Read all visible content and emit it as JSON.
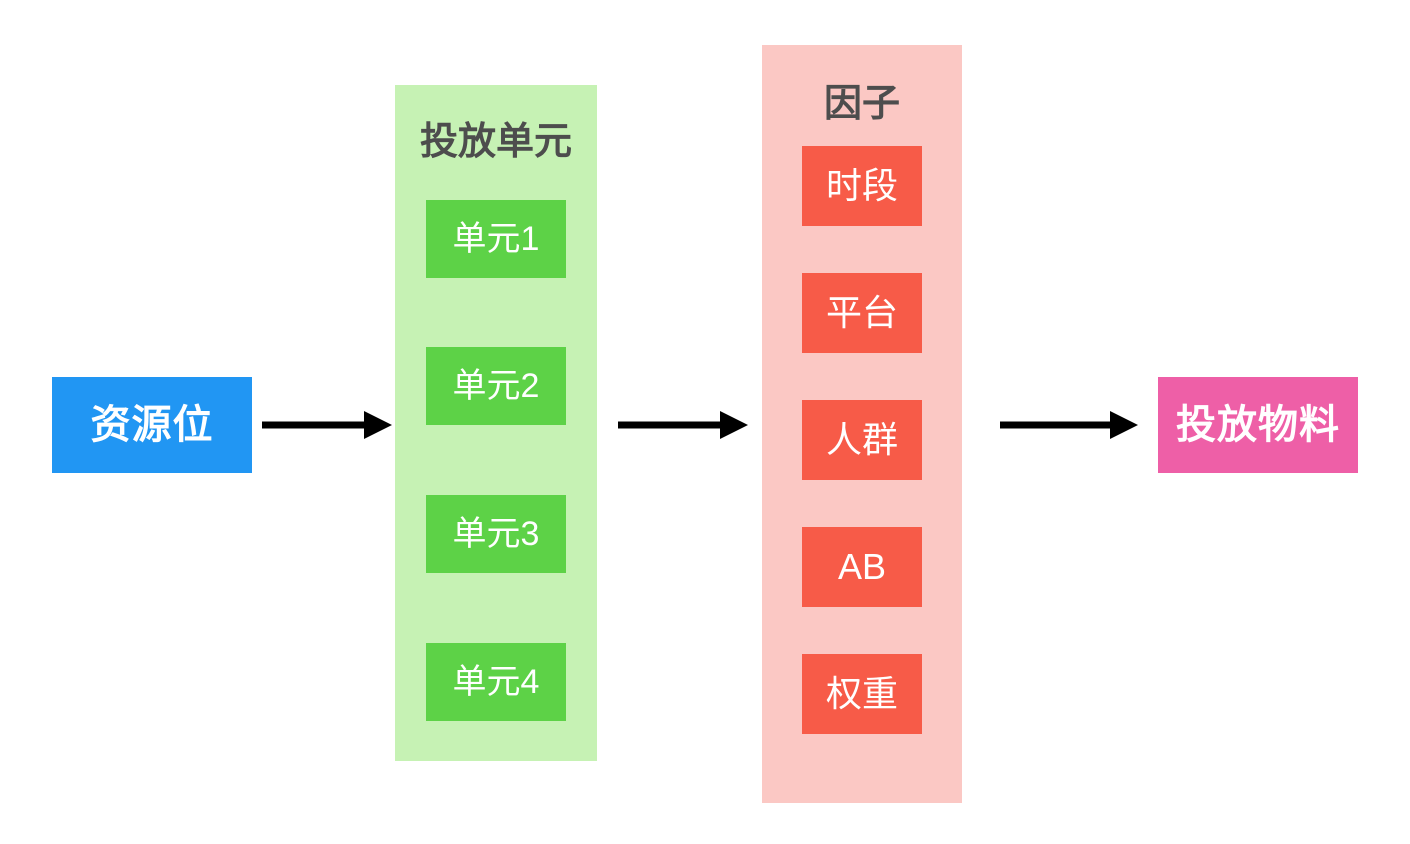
{
  "diagram": {
    "title_text": "",
    "background_color": "#ffffff",
    "source": {
      "label": "资源位",
      "color": "#2196f3"
    },
    "unit_group": {
      "title": "投放单元",
      "container_color": "#c6f2b4",
      "chip_color": "#5dd247",
      "items": [
        {
          "label": "单元1"
        },
        {
          "label": "单元2"
        },
        {
          "label": "单元3"
        },
        {
          "label": "单元4"
        }
      ]
    },
    "factor_group": {
      "title": "因子",
      "container_color": "#fbc8c4",
      "chip_color": "#f75b48",
      "items": [
        {
          "label": "时段"
        },
        {
          "label": "平台"
        },
        {
          "label": "人群"
        },
        {
          "label": "AB"
        },
        {
          "label": "权重"
        }
      ]
    },
    "material": {
      "label": "投放物料",
      "color": "#ee5fa7"
    },
    "arrows": [
      {
        "name": "arrow-source-to-unit",
        "from": "资源位",
        "to": "投放单元"
      },
      {
        "name": "arrow-unit-to-factor",
        "from": "投放单元",
        "to": "因子"
      },
      {
        "name": "arrow-factor-to-material",
        "from": "因子",
        "to": "投放物料"
      }
    ],
    "arrow_color": "#000000"
  }
}
